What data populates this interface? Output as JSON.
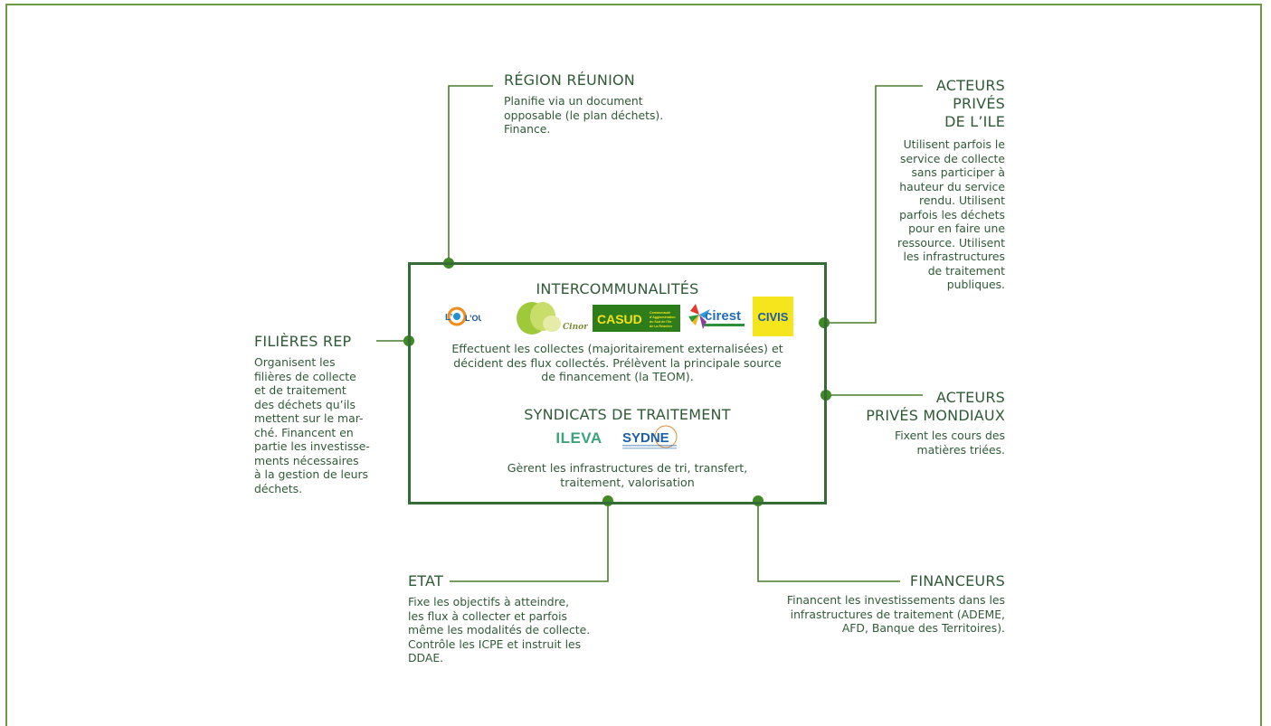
{
  "colors": {
    "frame": "#6a9c3e",
    "line": "#4a7f2c",
    "dot": "#3f8a24",
    "text": "#2f5a36",
    "box": "#356b37"
  },
  "region": {
    "title": "RÉGION RÉUNION",
    "lines": [
      "Planifie via un document",
      "opposable (le plan déchets).",
      "Finance."
    ]
  },
  "acteurs_prives_ile": {
    "title_lines": [
      "ACTEURS",
      "PRIVÉS",
      "DE L’ILE"
    ],
    "lines": [
      "Utilisent parfois le",
      "service de collecte",
      "sans participer à",
      "hauteur du service",
      "rendu.  Utilisent",
      "parfois les déchets",
      "pour en faire une",
      "ressource. Utilisent",
      "les infrastructures",
      "de traitement",
      "publiques."
    ]
  },
  "filieres": {
    "title": "FILIÈRES REP",
    "lines": [
      "Organisent les",
      "filières de collecte",
      "et de traitement",
      "des déchets qu’ils",
      "mettent sur le mar-",
      "ché. Financent en",
      "partie les investisse-",
      "ments nécessaires",
      "à la gestion de leurs",
      "déchets."
    ]
  },
  "intercommunalites": {
    "title": "INTERCOMMUNALITÉS",
    "logos": [
      "L’OUEST",
      "Cinor",
      "CASUD",
      "cirest",
      "CIVIS"
    ],
    "casud_sub": "Communauté d'Agglomération du Sud de l'île de La Réunion",
    "lines": [
      "Effectuent les collectes (majoritairement externalisées) et",
      "décident des flux collectés. Prélèvent la principale source",
      "de financement (la TEOM)."
    ]
  },
  "syndicats": {
    "title": "SYNDICATS DE TRAITEMENT",
    "logos": [
      "ILEVA",
      "SYDNE"
    ],
    "lines": [
      "Gèrent les infrastructures de tri, transfert,",
      "traitement, valorisation"
    ]
  },
  "acteurs_mondiaux": {
    "title_lines": [
      "ACTEURS",
      "PRIVÉS MONDIAUX"
    ],
    "lines": [
      "Fixent les cours des",
      "matières triées."
    ]
  },
  "etat": {
    "title": "ETAT",
    "lines": [
      "Fixe les objectifs à atteindre,",
      "les flux à collecter et parfois",
      "même les modalités de collecte.",
      "Contrôle les ICPE et instruit les",
      "DDAE."
    ]
  },
  "financeurs": {
    "title": "FINANCEURS",
    "lines": [
      "Financent les investissements dans les",
      "infrastructures de traitement (ADEME,",
      "AFD, Banque des Territoires)."
    ]
  }
}
